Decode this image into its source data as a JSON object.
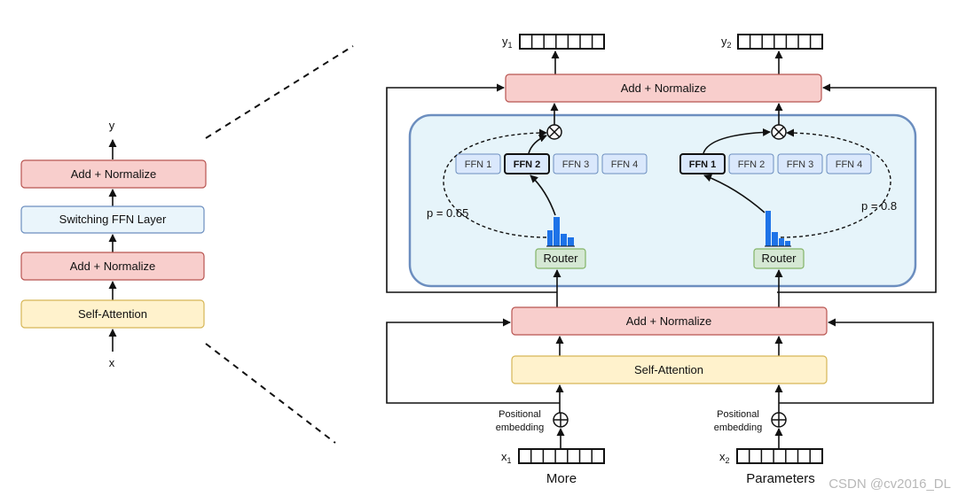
{
  "left_panel": {
    "output": "y",
    "input": "x",
    "add_norm_top": "Add + Normalize",
    "switching": "Switching FFN Layer",
    "add_norm_bottom": "Add + Normalize",
    "self_attention": "Self-Attention"
  },
  "right_panel": {
    "output_1": "y1",
    "output_2": "y2",
    "add_norm_top": "Add + Normalize",
    "add_norm_bottom": "Add + Normalize",
    "self_attention": "Self-Attention",
    "experts": [
      "FFN 1",
      "FFN 2",
      "FFN 3",
      "FFN 4"
    ],
    "router_label": "Router",
    "token_1": {
      "prob": "p = 0.65",
      "selected_expert": "FFN 2"
    },
    "token_2": {
      "prob": "p = 0.8",
      "selected_expert": "FFN 1"
    },
    "positional_embedding": "Positional\nembedding",
    "input_1": {
      "label": "x1",
      "word": "More"
    },
    "input_2": {
      "label": "x2",
      "word": "Parameters"
    }
  },
  "watermark": "CSDN @cv2016_DL",
  "colors": {
    "add_norm_fill": "#f8cecc",
    "add_norm_stroke": "#b85450",
    "switch_fill": "#eaf5fb",
    "switch_stroke": "#6c8ebf",
    "attention_fill": "#fff2cc",
    "attention_stroke": "#d6b656",
    "router_fill": "#d5e8d4",
    "router_stroke": "#82b366",
    "expert_fill": "#dae8fc",
    "expert_stroke": "#6c8ebf",
    "moe_fill": "#e6f4fa",
    "moe_stroke": "#6c8ebf",
    "histogram": "#1e73e8"
  }
}
